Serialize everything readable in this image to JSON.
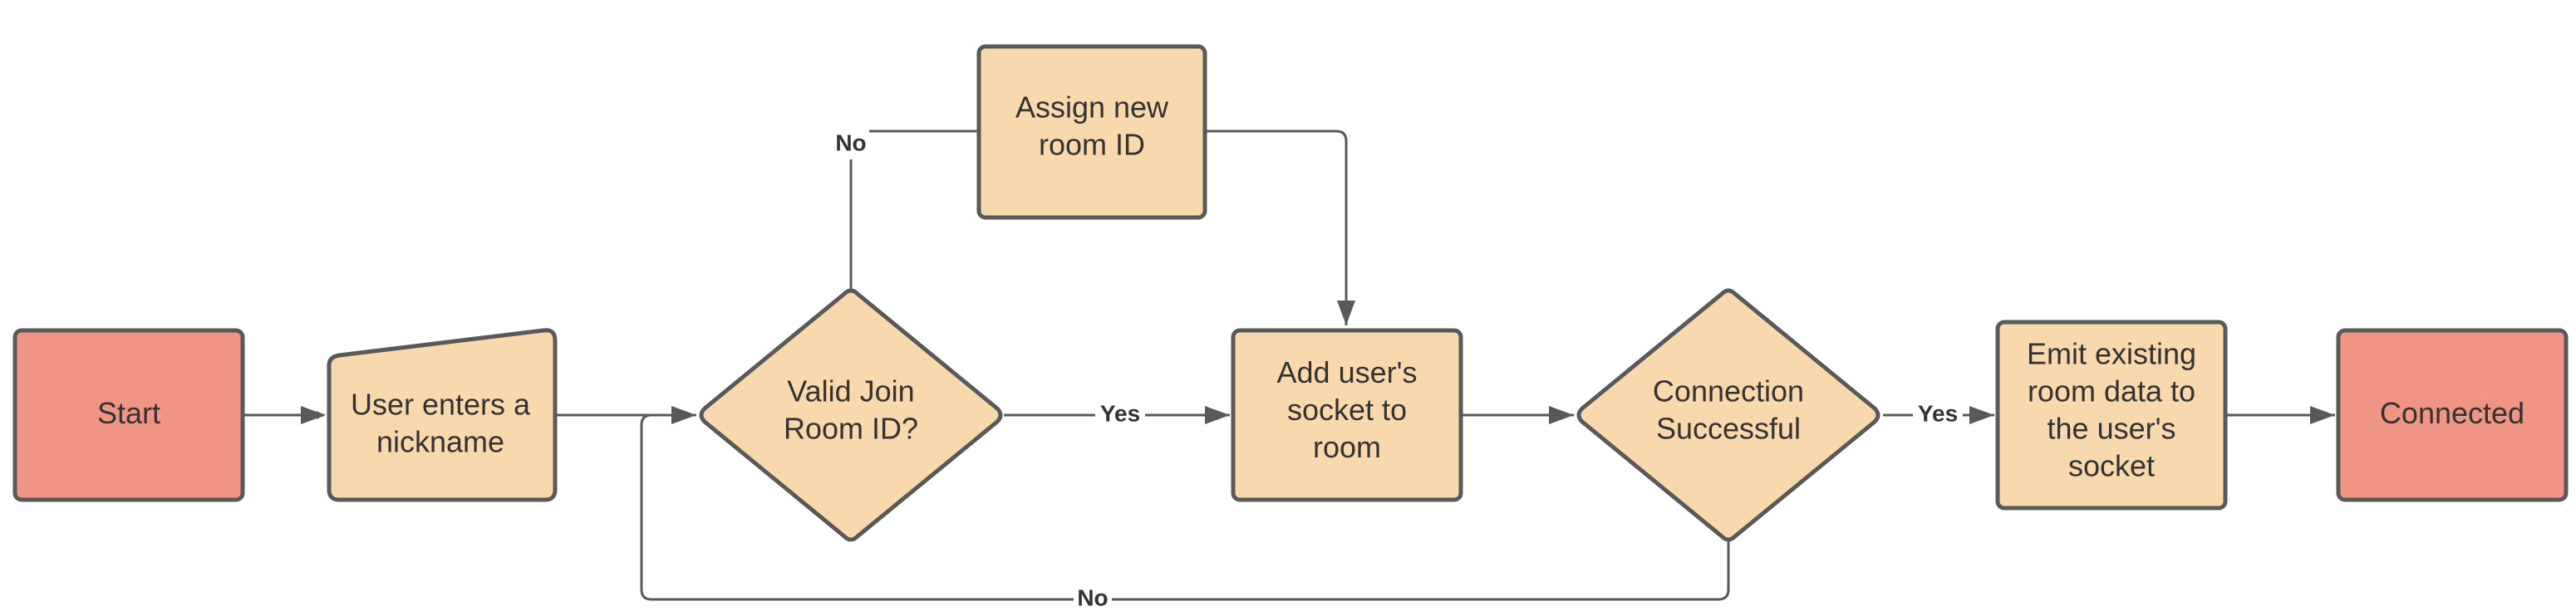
{
  "colors": {
    "terminal_fill": "#f09585",
    "process_fill": "#f8d9ad",
    "stroke": "#595959",
    "text": "#333333"
  },
  "nodes": {
    "start": {
      "lines": [
        "Start"
      ]
    },
    "nickname": {
      "lines": [
        "User enters a",
        "nickname"
      ]
    },
    "valid_room": {
      "lines": [
        "Valid Join",
        "Room ID?"
      ]
    },
    "assign_room": {
      "lines": [
        "Assign new",
        "room ID"
      ]
    },
    "add_socket": {
      "lines": [
        "Add user's",
        "socket to",
        "room"
      ]
    },
    "connection_ok": {
      "lines": [
        "Connection",
        "Successful"
      ]
    },
    "emit_data": {
      "lines": [
        "Emit existing",
        "room data to",
        "the user's",
        "socket"
      ]
    },
    "connected": {
      "lines": [
        "Connected"
      ]
    }
  },
  "edges": {
    "valid_no": "No",
    "valid_yes": "Yes",
    "connection_yes": "Yes",
    "connection_no": "No"
  }
}
